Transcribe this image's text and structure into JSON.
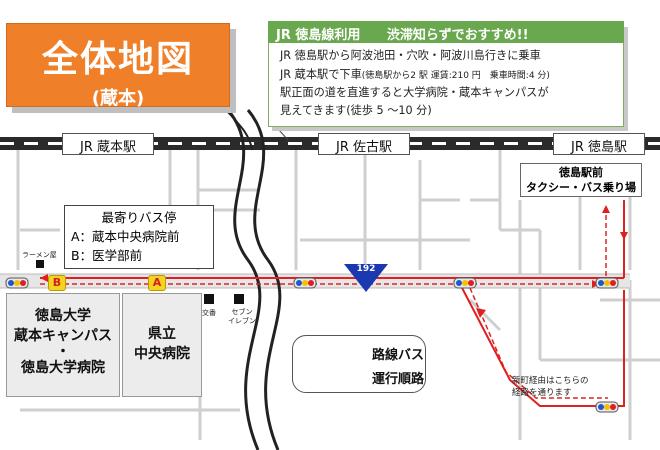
{
  "title": {
    "main": "全体地図",
    "sub": "(蔵本)"
  },
  "info": {
    "header": "JR 徳島線利用",
    "header_note": "渋滞知らずでおすすめ!!",
    "line1": "JR 徳島駅から阿波池田・穴吹・阿波川島行きに乗車",
    "line2_main": "JR 蔵本駅で下車",
    "line2_small": "(徳島駅から2 駅 運賃:210 円　乗車時間:4 分)",
    "line3": "駅正面の道を直進すると大学病院・蔵本キャンパスが",
    "line4": "見えてきます(徒歩 5 ～10 分)"
  },
  "stations": {
    "kuramoto": "JR 蔵本駅",
    "sako": "JR 佐古駅",
    "tokushima": "JR 徳島駅"
  },
  "bus_stops": {
    "heading": "最寄りバス停",
    "a": "A：蔵本中央病院前",
    "b": "B：医学部前",
    "badge_a": "A",
    "badge_b": "B"
  },
  "buildings": {
    "university_line1": "徳島大学",
    "university_line2": "蔵本キャンパス",
    "university_dot": "・",
    "university_line3": "徳島大学病院",
    "hospital_line1": "県立",
    "hospital_line2": "中央病院"
  },
  "taxi": {
    "line1": "徳島駅前",
    "line2": "タクシー・バス乗り場"
  },
  "landmarks": {
    "ramen": "ラーメン屋",
    "koban": "交番",
    "seven": "セブン\nイレブン"
  },
  "route_number": "192",
  "legend": {
    "bus": "路線バス",
    "order": "運行順路"
  },
  "note": {
    "line1": "新町経由はこちらの",
    "line2": "経路を通ります"
  },
  "colors": {
    "title_orange": "#f07f2a",
    "info_green": "#6aa84f",
    "route_red": "#e02020",
    "road_gray": "#c9c9c9"
  }
}
